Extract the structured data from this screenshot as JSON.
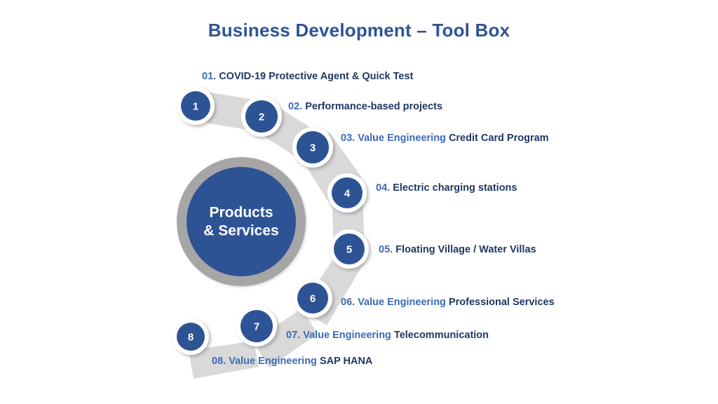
{
  "slide": {
    "title": "Business Development – Tool Box",
    "background_color": "#FFFFFF"
  },
  "colors": {
    "title_blue": "#2F5496",
    "node_blue": "#2E5395",
    "accent_blue": "#3C6CB4",
    "dark_navy": "#1F3864",
    "connector_gray": "#D9D9D9",
    "ring_gray": "#A6A6A6",
    "node_ring_white": "#FFFFFF"
  },
  "hub": {
    "line1": "Products",
    "line2": "& Services"
  },
  "nodes": [
    {
      "number": "1"
    },
    {
      "number": "2"
    },
    {
      "number": "3"
    },
    {
      "number": "4"
    },
    {
      "number": "5"
    },
    {
      "number": "6"
    },
    {
      "number": "7"
    },
    {
      "number": "8"
    }
  ],
  "items": [
    {
      "index": "01.",
      "accent": "",
      "strong": "COVID-19 Protective Agent & Quick Test"
    },
    {
      "index": "02.",
      "accent": "",
      "strong": "Performance-based projects"
    },
    {
      "index": "03.",
      "accent": "Value Engineering",
      "strong": "Credit Card Program"
    },
    {
      "index": "04.",
      "accent": "",
      "strong": "Electric charging stations"
    },
    {
      "index": "05.",
      "accent": "",
      "strong": "Floating Village / Water Villas"
    },
    {
      "index": "06.",
      "accent": "Value Engineering",
      "strong": "Professional Services"
    },
    {
      "index": "07.",
      "accent": "Value Engineering",
      "strong": "Telecommunication"
    },
    {
      "index": "08.",
      "accent": "Value Engineering",
      "strong": "SAP HANA"
    }
  ]
}
